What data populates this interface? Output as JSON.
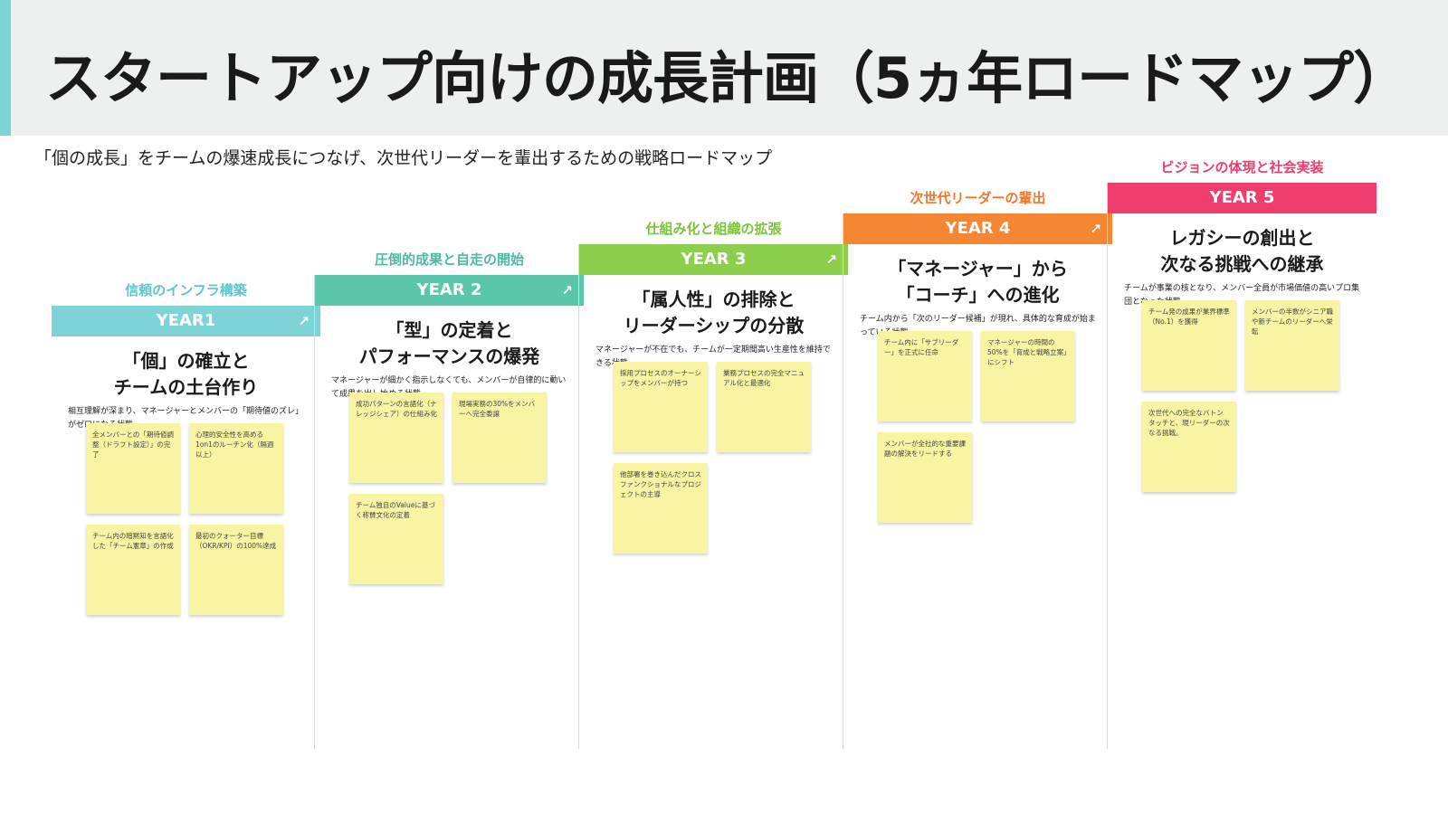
{
  "title": "スタートアップ向けの成長計画（5ヵ年ロードマップ）",
  "subtitle": "「個の成長」をチームの爆速成長につなげ、次世代リーダーを輩出するための戦略ロードマップ",
  "arrow_icon": "arrow-up-right-icon",
  "years": [
    {
      "theme": "信頼のインフラ構築",
      "label": "YEAR1",
      "color": "#7dd3d6",
      "theme_color": "#5cc7cb",
      "has_arrow": true,
      "heading_lines": [
        "「個」の確立と",
        "チームの土台作り"
      ],
      "description": "相互理解が深まり、マネージャーとメンバーの「期待値のズレ」がゼロになる状態。",
      "notes": [
        "全メンバーとの「期待値調整（ドラフト設定）」の完了",
        "心理的安全性を高める1on1のルーチン化（隔週以上）",
        "チーム内の暗黙知を言語化した「チーム憲章」の作成",
        "最初のクォーター目標（OKR/KPI）の100%達成"
      ]
    },
    {
      "theme": "圧倒的成果と自走の開始",
      "label": "YEAR 2",
      "color": "#5cc6ab",
      "theme_color": "#4dbb9e",
      "has_arrow": true,
      "heading_lines": [
        "「型」の定着と",
        "パフォーマンスの爆発"
      ],
      "description": "マネージャーが細かく指示しなくても、メンバーが自律的に動いて成果を出し始める状態。",
      "notes": [
        "成功パターンの言語化（ナレッジシェア）の仕組み化",
        "現場実務の30%をメンバーへ完全委譲",
        "チーム独自のValueに基づく称賛文化の定着"
      ]
    },
    {
      "theme": "仕組み化と組織の拡張",
      "label": "YEAR 3",
      "color": "#8ccf4d",
      "theme_color": "#7cc23d",
      "has_arrow": true,
      "heading_lines": [
        "「属人性」の排除と",
        "リーダーシップの分散"
      ],
      "description": "マネージャーが不在でも、チームが一定期間高い生産性を維持できる状態。",
      "notes": [
        "採用プロセスのオーナーシップをメンバーが持つ",
        "業務プロセスの完全マニュアル化と最適化",
        "他部署を巻き込んだクロスファンクショナルなプロジェクトの主導"
      ]
    },
    {
      "theme": "次世代リーダーの輩出",
      "label": "YEAR 4",
      "color": "#f58634",
      "theme_color": "#f0782a",
      "has_arrow": true,
      "heading_lines": [
        "「マネージャー」から",
        "「コーチ」への進化"
      ],
      "description": "チーム内から「次のリーダー候補」が現れ、具体的な育成が始まっている状態。",
      "notes": [
        "チーム内に「サブリーダー」を正式に任命",
        "マネージャーの時間の50%を「育成と戦略立案」にシフト",
        "メンバーが全社的な重要課題の解決をリードする"
      ]
    },
    {
      "theme": "ビジョンの体現と社会実装",
      "label": "YEAR 5",
      "color": "#ef3e6e",
      "theme_color": "#ec3e6e",
      "has_arrow": false,
      "heading_lines": [
        "レガシーの創出と",
        "次なる挑戦への継承"
      ],
      "description": "チームが事業の核となり、メンバー全員が市場価値の高いプロ集団となった状態。",
      "notes": [
        "チーム発の成果が業界標準（No.1）を獲得",
        "メンバーの半数がシニア職や新チームのリーダーへ栄転",
        "次世代への完全なバトンタッチと、現リーダーの次なる挑戦。"
      ]
    }
  ]
}
